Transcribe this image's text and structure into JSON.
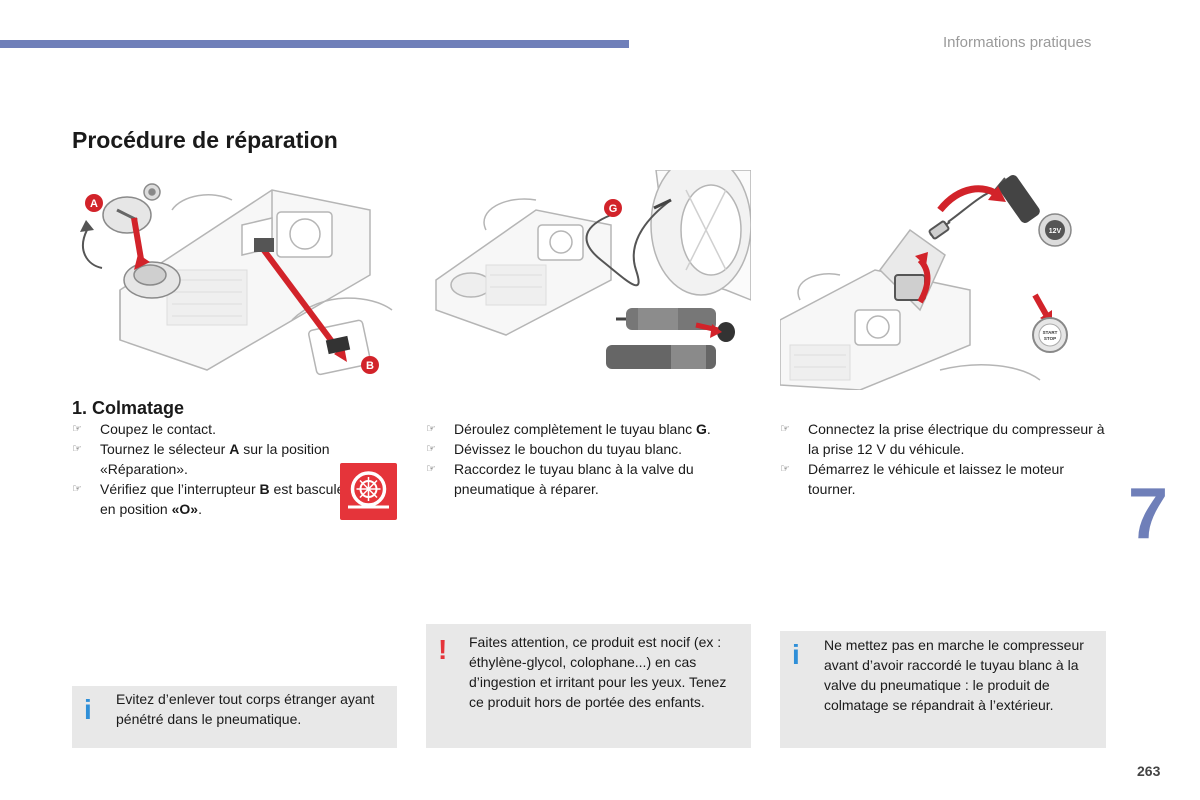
{
  "header": {
    "section_title": "Informations pratiques",
    "chapter_number": "7",
    "page_number": "263",
    "accent_color": "#6f7fb9"
  },
  "page_heading": "Procédure de réparation",
  "illustrations": {
    "col1": {
      "label_a": "A",
      "label_b": "B",
      "icon": "compressor-selector-illustration"
    },
    "col2": {
      "label_g": "G",
      "icon": "tire-hose-illustration"
    },
    "col3": {
      "socket_label": "12V",
      "button_label_1": "START",
      "button_label_2": "STOP",
      "icon": "power-socket-illustration"
    }
  },
  "step_heading": "1. Colmatage",
  "bullet_glyph": "☞",
  "steps_col1": [
    {
      "text": "Coupez le contact."
    },
    {
      "before": "Tournez le sélecteur ",
      "bold": "A",
      "after": " sur la position «Réparation»."
    },
    {
      "before": "Vérifiez que l’interrupteur ",
      "bold": "B",
      "after": " est basculé en position ",
      "bold2": "«O»",
      "after2": "."
    }
  ],
  "steps_col2": [
    {
      "before": "Déroulez complètement le tuyau blanc ",
      "bold": "G",
      "after": "."
    },
    {
      "text": "Dévissez le bouchon du tuyau blanc."
    },
    {
      "text": "Raccordez le tuyau blanc à la valve du pneumatique à réparer."
    }
  ],
  "steps_col3": [
    {
      "text": "Connectez la prise électrique du compresseur à la prise 12 V du véhicule."
    },
    {
      "text": "Démarrez le véhicule et laissez le moteur tourner."
    }
  ],
  "repair_badge": {
    "icon": "tire-repair-icon",
    "color": "#e5343a"
  },
  "notes": {
    "info1": {
      "mark": "i",
      "text": "Evitez d’enlever tout corps étranger ayant pénétré dans le pneumatique."
    },
    "warning": {
      "mark": "!",
      "text": "Faites attention, ce produit est nocif (ex : éthylène-glycol, colophane...) en cas d’ingestion et irritant pour les yeux. Tenez ce produit hors de portée des enfants."
    },
    "info2": {
      "mark": "i",
      "text": "Ne mettez pas en marche le compresseur avant d’avoir raccordé le tuyau blanc à la valve du pneumatique : le produit de colmatage se répandrait à l’extérieur."
    }
  },
  "colors": {
    "warning_red": "#e5343a",
    "info_blue": "#2f8fd8",
    "note_background": "#e8e8e8"
  }
}
